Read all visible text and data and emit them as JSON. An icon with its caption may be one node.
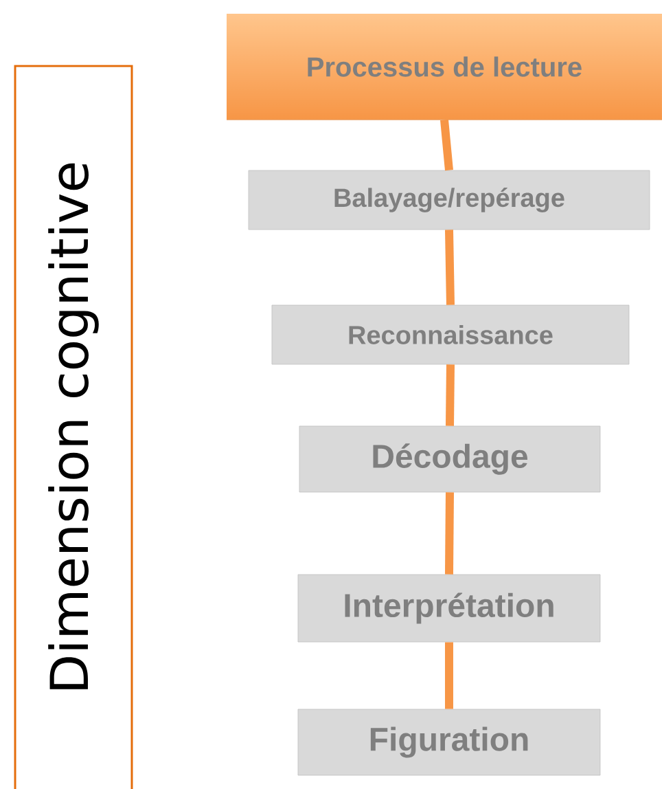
{
  "diagram": {
    "nodes": [
      {
        "text": [
          "Dimension cognitive"
        ]
      },
      {
        "text": [
          "Processus de lecture"
        ]
      },
      {
        "text": [
          "Balayage/repérage"
        ]
      },
      {
        "text": [
          "Reconnaissance"
        ]
      },
      {
        "text": [
          "Décodage"
        ]
      },
      {
        "text": [
          "Interprétation"
        ]
      },
      {
        "text": [
          "Figuration"
        ]
      }
    ],
    "edges": [
      {
        "from": 1,
        "to": 2,
        "arrow": "none"
      },
      {
        "from": 2,
        "to": 3,
        "arrow": "none"
      },
      {
        "from": 3,
        "to": 4,
        "arrow": "none"
      },
      {
        "from": 4,
        "to": 5,
        "arrow": "none"
      },
      {
        "from": 5,
        "to": 6,
        "arrow": "none"
      }
    ]
  }
}
